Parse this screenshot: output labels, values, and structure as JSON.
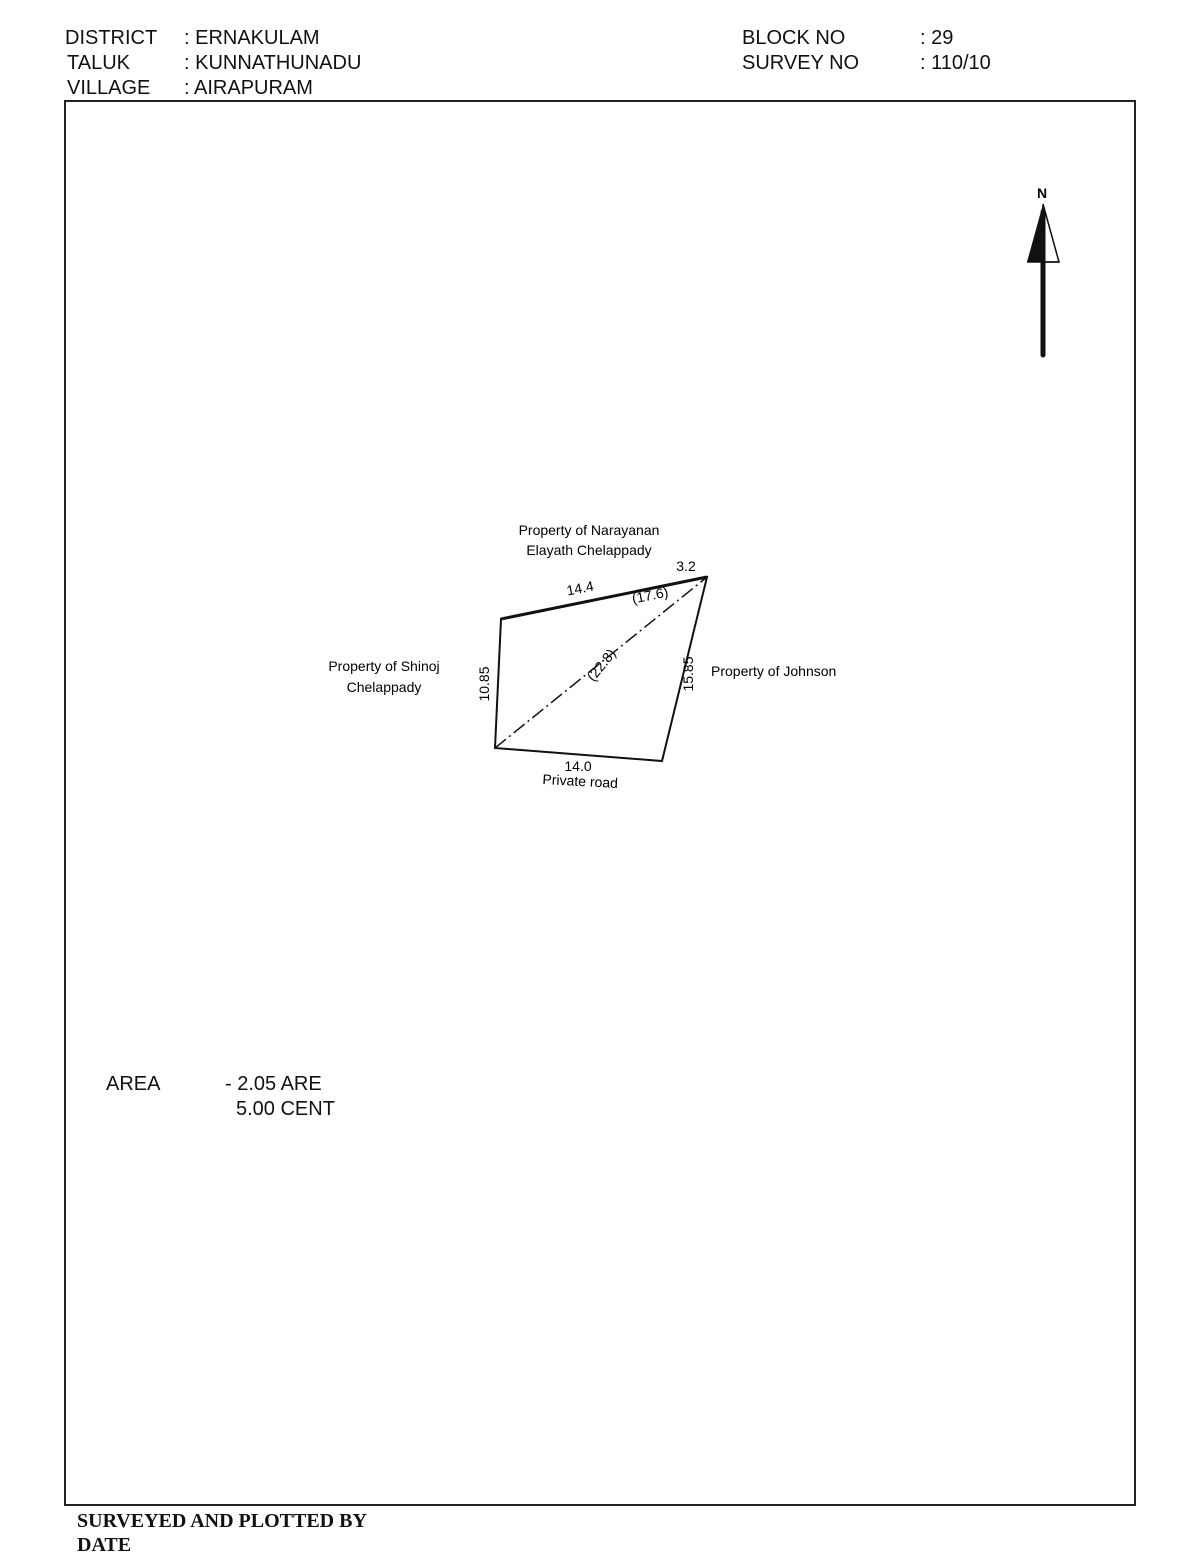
{
  "header": {
    "district_label": "DISTRICT",
    "district_value": ": ERNAKULAM",
    "taluk_label": "TALUK",
    "taluk_value": ": KUNNATHUNADU",
    "village_label": "VILLAGE",
    "village_value": ": AIRAPURAM",
    "block_label": "BLOCK NO",
    "block_value": ": 29",
    "survey_label": "SURVEY NO",
    "survey_value": ": 110/10"
  },
  "plot": {
    "north_label": "N",
    "neighbor_north_line1": "Property of Narayanan",
    "neighbor_north_line2": "Elayath Chelappady",
    "neighbor_west_line1": "Property of Shinoj",
    "neighbor_west_line2": "Chelappady",
    "neighbor_east": "Property of Johnson",
    "neighbor_south": "Private road",
    "side_top_left": "14.4",
    "side_top_right": "3.2",
    "side_top_diag": "(17.6)",
    "diagonal": "(22.8)",
    "side_left": "10.85",
    "side_right": "15.85",
    "side_bottom": "14.0"
  },
  "area": {
    "label": "AREA",
    "value_are": "- 2.05 ARE",
    "value_cent": "5.00 CENT"
  },
  "footer": {
    "surveyed_by": "SURVEYED AND PLOTTED BY",
    "date": "DATE"
  }
}
